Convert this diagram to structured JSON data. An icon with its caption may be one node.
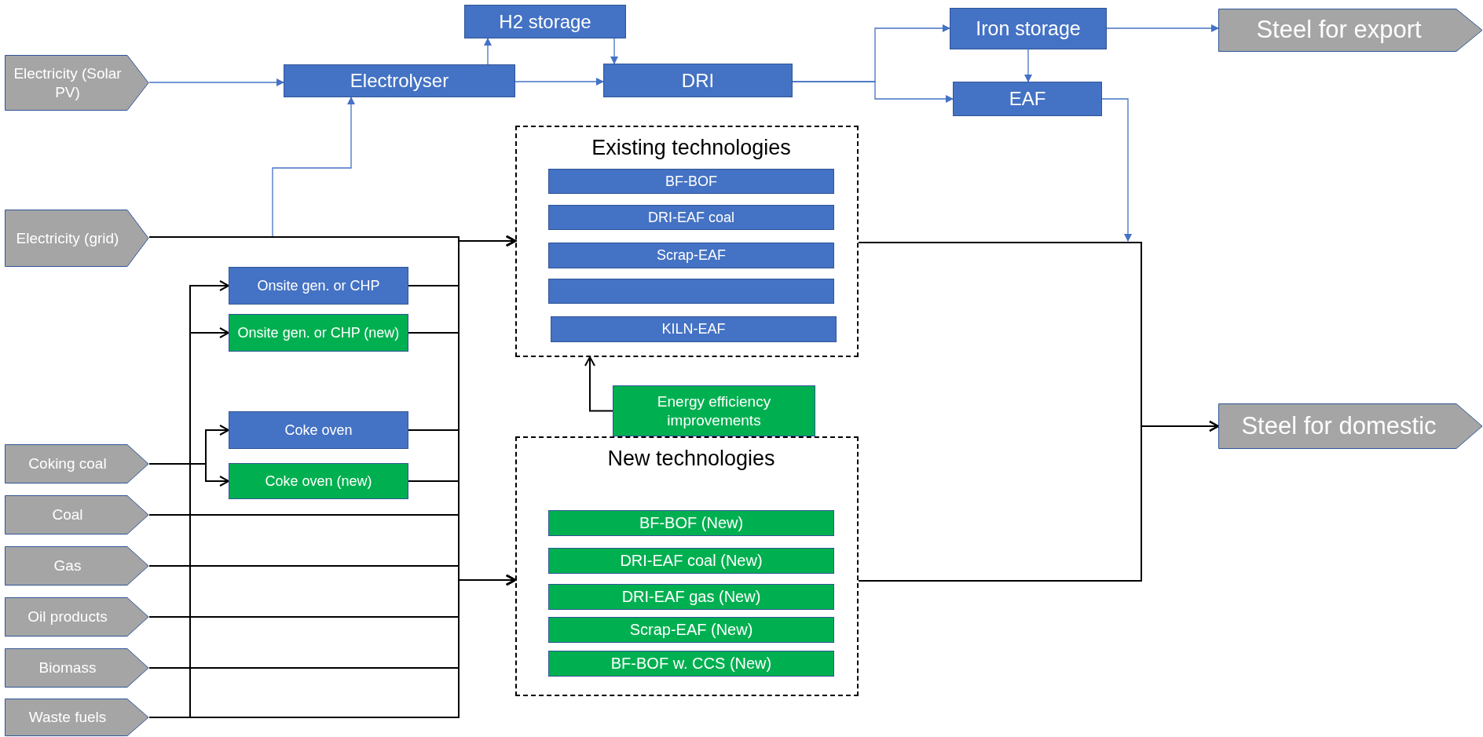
{
  "diagram": {
    "nodes": [
      {
        "text": [
          "Electricity (Solar PV)"
        ]
      },
      {
        "text": [
          "Electrolyser"
        ]
      },
      {
        "text": [
          "H2 storage"
        ]
      },
      {
        "text": [
          "DRI"
        ]
      },
      {
        "text": [
          "Iron storage"
        ]
      },
      {
        "text": [
          "Steel for export"
        ]
      },
      {
        "text": [
          "EAF"
        ]
      },
      {
        "text": [
          "Electricity (grid)"
        ]
      },
      {
        "text": [
          "Existing technologies"
        ]
      },
      {
        "text": [
          "BF-BOF"
        ],
        "in": 8
      },
      {
        "text": [
          "DRI-EAF coal"
        ],
        "in": 8
      },
      {
        "text": [
          "Scrap-EAF"
        ],
        "in": 8
      },
      {
        "text": [],
        "shape": "box",
        "in": 8
      },
      {
        "text": [
          "KILN-EAF"
        ],
        "in": 8
      },
      {
        "text": [
          "Energy efficiency improvements"
        ]
      },
      {
        "text": [
          "Onsite gen. or CHP"
        ]
      },
      {
        "text": [
          "Onsite gen. or CHP (new)"
        ]
      },
      {
        "text": [
          "Coke oven"
        ]
      },
      {
        "text": [
          "Coke oven (new)"
        ]
      },
      {
        "text": [
          "Coking coal"
        ]
      },
      {
        "text": [
          "Coal"
        ]
      },
      {
        "text": [
          "Gas"
        ]
      },
      {
        "text": [
          "Oil products"
        ]
      },
      {
        "text": [
          "Biomass"
        ]
      },
      {
        "text": [
          "Waste fuels"
        ]
      },
      {
        "text": [
          "New technologies"
        ]
      },
      {
        "text": [
          "BF-BOF (New)"
        ],
        "in": 25
      },
      {
        "text": [
          "DRI-EAF coal (New)"
        ],
        "in": 25
      },
      {
        "text": [
          "DRI-EAF gas (New)"
        ],
        "in": 25
      },
      {
        "text": [
          "Scrap-EAF (New)"
        ],
        "in": 25
      },
      {
        "text": [
          "BF-BOF w. CCS (New)"
        ],
        "in": 25
      },
      {
        "text": [
          "Steel for domestic"
        ]
      }
    ],
    "edges": [
      {
        "from": 0,
        "to": 1,
        "arrow": "to",
        "color": "#4472c4"
      },
      {
        "from": 1,
        "to": 2,
        "arrow": "to",
        "color": "#4472c4"
      },
      {
        "from": 2,
        "to": 3,
        "arrow": "to",
        "color": "#4472c4"
      },
      {
        "from": 1,
        "to": 3,
        "arrow": "to",
        "color": "#4472c4"
      },
      {
        "from": 3,
        "to": 4,
        "arrow": "to",
        "color": "#4472c4"
      },
      {
        "from": 3,
        "to": 6,
        "arrow": "to",
        "color": "#4472c4"
      },
      {
        "from": 4,
        "to": 5,
        "arrow": "to",
        "color": "#4472c4"
      },
      {
        "from": 4,
        "to": 6,
        "arrow": "to",
        "color": "#4472c4"
      },
      {
        "from": 6,
        "to": null,
        "arrow": "to",
        "color": "#4472c4"
      },
      {
        "from": 7,
        "to": 1,
        "arrow": "to",
        "color": "#4472c4"
      },
      {
        "from": 8,
        "to": 31,
        "arrow": "to"
      },
      {
        "from": 25,
        "to": 31,
        "arrow": "to"
      },
      {
        "from": 14,
        "to": 8,
        "arrow": "to"
      },
      {
        "from": 19,
        "to": 17,
        "arrow": "to"
      },
      {
        "from": 19,
        "to": 18,
        "arrow": "to"
      },
      {
        "from": 24,
        "to": 15,
        "arrow": "to"
      },
      {
        "from": 24,
        "to": 16,
        "arrow": "to"
      },
      {
        "from": 7,
        "to": 8,
        "arrow": "to"
      },
      {
        "from": 7,
        "to": 25,
        "arrow": "to"
      },
      {
        "from": 15,
        "to": 8,
        "arrow": "to"
      },
      {
        "from": 15,
        "to": 25,
        "arrow": "to"
      },
      {
        "from": 16,
        "to": 8,
        "arrow": "to"
      },
      {
        "from": 16,
        "to": 25,
        "arrow": "to"
      },
      {
        "from": 17,
        "to": 8,
        "arrow": "to"
      },
      {
        "from": 17,
        "to": 25,
        "arrow": "to"
      },
      {
        "from": 18,
        "to": 8,
        "arrow": "to"
      },
      {
        "from": 18,
        "to": 25,
        "arrow": "to"
      },
      {
        "from": 20,
        "to": 8,
        "arrow": "to"
      },
      {
        "from": 20,
        "to": 25,
        "arrow": "to"
      },
      {
        "from": 21,
        "to": 8,
        "arrow": "to"
      },
      {
        "from": 21,
        "to": 25,
        "arrow": "to"
      },
      {
        "from": 22,
        "to": 8,
        "arrow": "to"
      },
      {
        "from": 22,
        "to": 25,
        "arrow": "to"
      },
      {
        "from": 23,
        "to": 8,
        "arrow": "to"
      },
      {
        "from": 23,
        "to": 25,
        "arrow": "to"
      },
      {
        "from": 24,
        "to": 8,
        "arrow": "to"
      },
      {
        "from": 24,
        "to": 25,
        "arrow": "to"
      }
    ]
  }
}
